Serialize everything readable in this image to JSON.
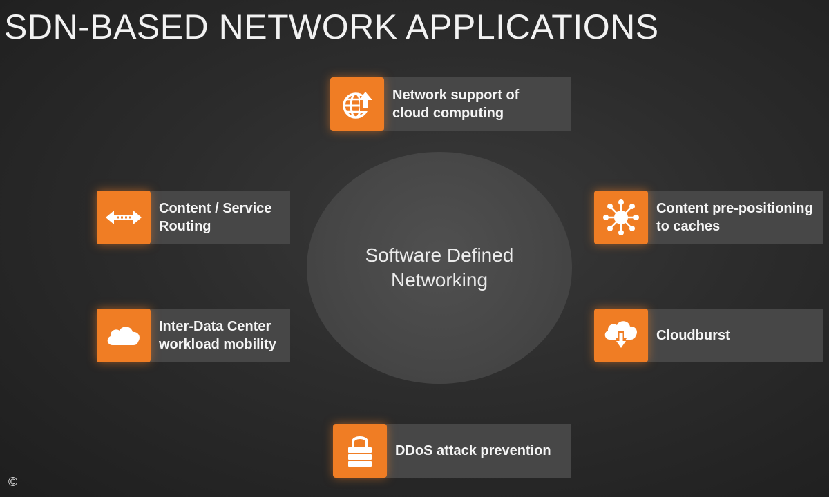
{
  "title": "SDN-BASED NETWORK APPLICATIONS",
  "hub_label": "Software Defined Networking",
  "items": [
    {
      "label": "Network support of\ncloud computing",
      "icon": "globe-upload-icon"
    },
    {
      "label": "Content / Service\nRouting",
      "icon": "bidirectional-arrow-icon"
    },
    {
      "label": "Content pre-positioning\nto caches",
      "icon": "network-hub-icon"
    },
    {
      "label": "Inter-Data Center\nworkload mobility",
      "icon": "cloud-icon"
    },
    {
      "label": "Cloudburst",
      "icon": "cloud-download-icon"
    },
    {
      "label": "DDoS attack prevention",
      "icon": "lock-server-icon"
    }
  ],
  "copyright": "©",
  "colors": {
    "accent": "#f07d24",
    "bar": "#474747",
    "background": "#2c2c2c",
    "hub": "#4a4a4a"
  }
}
